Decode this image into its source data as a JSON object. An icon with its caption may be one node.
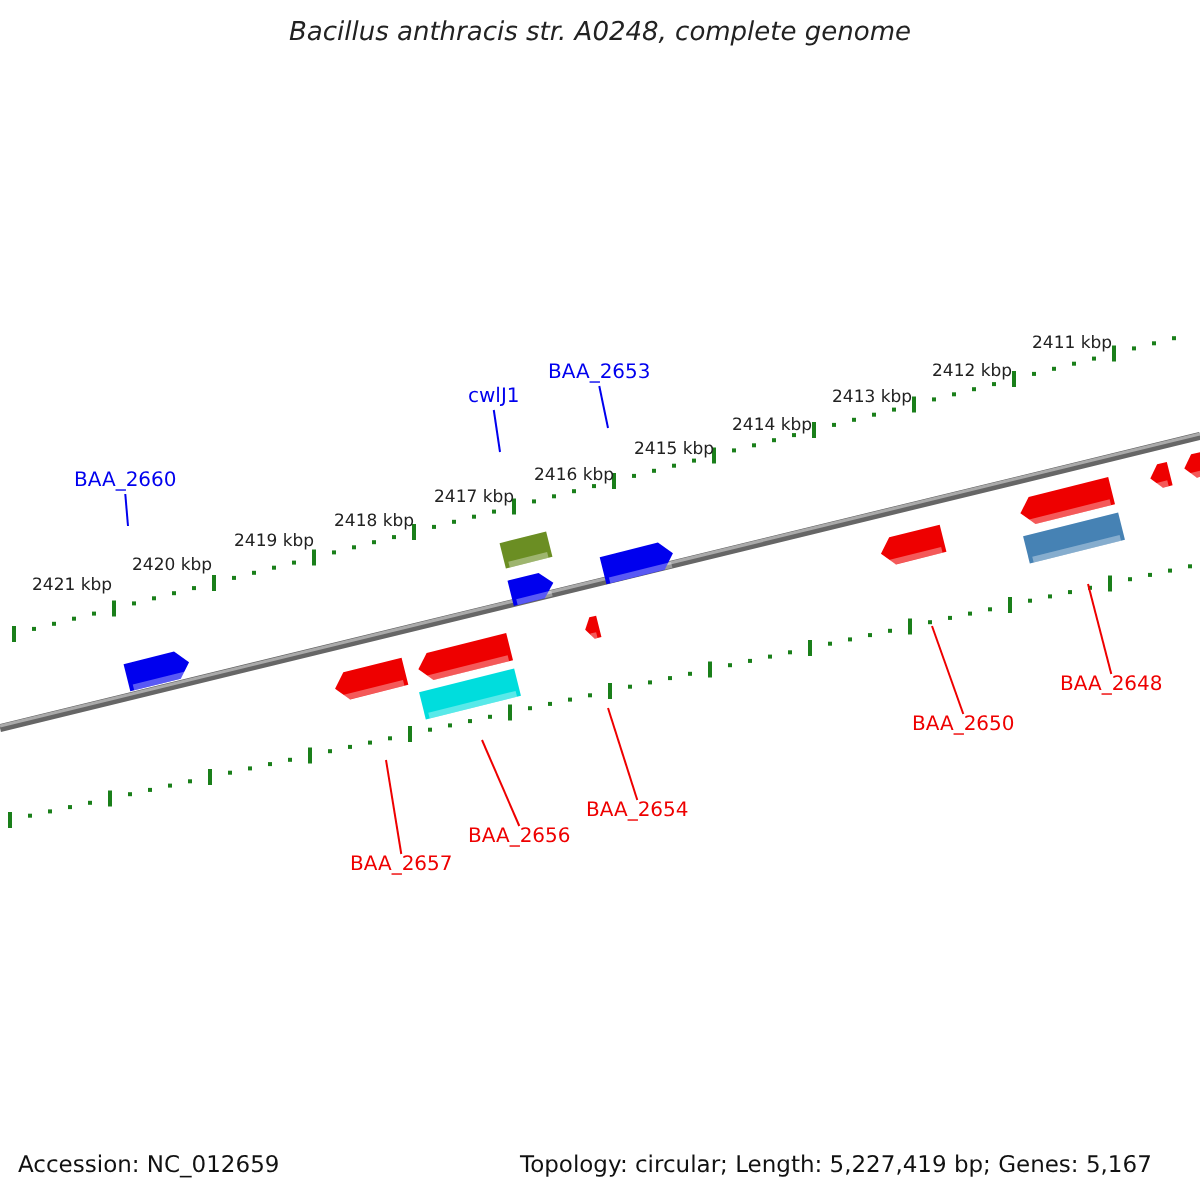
{
  "diagram": {
    "title": "Bacillus anthracis str. A0248, complete genome",
    "nodes": [
      {
        "text": [
          "BAA_2660"
        ]
      },
      {
        "text": [
          "cwlJ1"
        ]
      },
      {
        "text": [
          "BAA_2653"
        ]
      },
      {
        "text": [
          "BAA_2650"
        ]
      },
      {
        "text": [
          "BAA_2648"
        ]
      },
      {
        "text": [
          "BAA_2654"
        ]
      },
      {
        "text": [
          "BAA_2656"
        ]
      },
      {
        "text": [
          "BAA_2657"
        ]
      }
    ],
    "edges": [
      {
        "from": 0,
        "to": null,
        "arrow": "none",
        "color": "#0000ee"
      },
      {
        "from": 1,
        "to": null,
        "arrow": "none",
        "color": "#0000ee"
      },
      {
        "from": 2,
        "to": null,
        "arrow": "none",
        "color": "#0000ee"
      },
      {
        "from": 3,
        "to": null,
        "arrow": "none"
      },
      {
        "from": 4,
        "to": null,
        "arrow": "none"
      },
      {
        "from": 5,
        "to": null,
        "arrow": "none"
      },
      {
        "from": 6,
        "to": null,
        "arrow": "none"
      },
      {
        "from": 7,
        "to": null,
        "arrow": "none"
      }
    ],
    "labels": [
      "2411 kbp",
      "2412 kbp",
      "2413 kbp",
      "2414 kbp",
      "2415 kbp",
      "2416 kbp",
      "2417 kbp",
      "2418 kbp",
      "2419 kbp",
      "2420 kbp",
      "2421 kbp",
      "Accession: NC_012659",
      "Topology: circular; Length: 5,227,419 bp; Genes: 5,167"
    ]
  }
}
